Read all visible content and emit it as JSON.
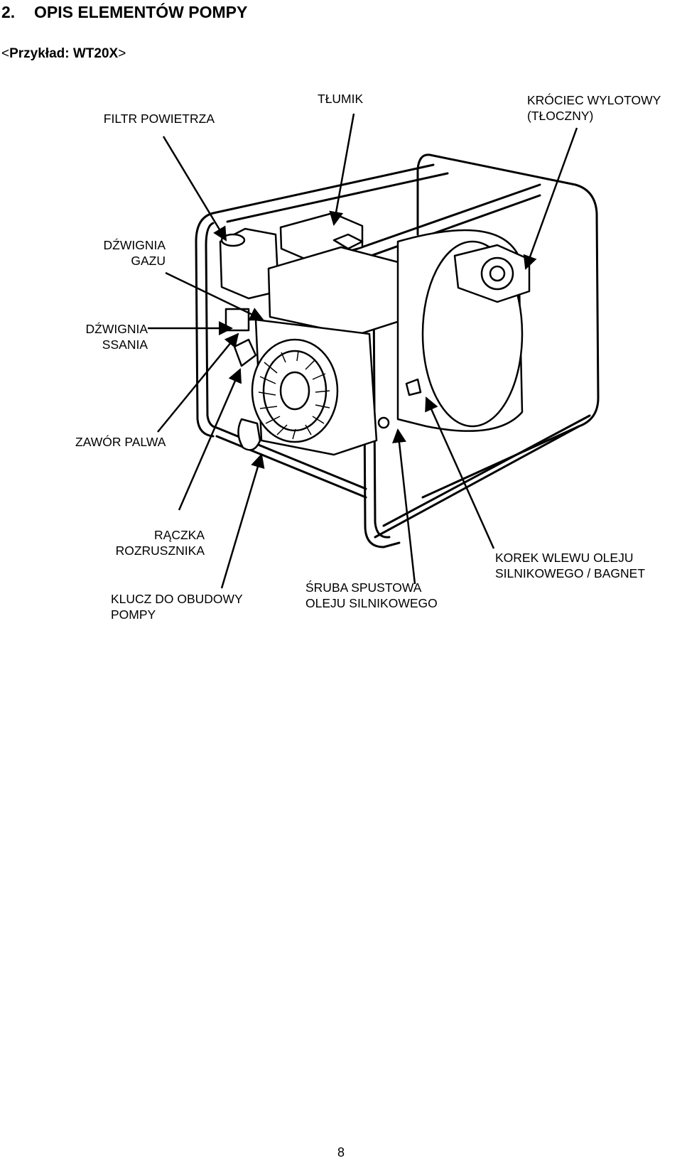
{
  "section": {
    "number": "2.",
    "title": "OPIS ELEMENTÓW POMPY"
  },
  "example": {
    "open": "<",
    "text": "Przykład: WT20X",
    "close": ">"
  },
  "labels": {
    "air_filter": [
      "FILTR POWIETRZA"
    ],
    "muffler": [
      "TŁUMIK"
    ],
    "discharge_port": [
      "KRÓCIEC WYLOTOWY",
      "(TŁOCZNY)"
    ],
    "throttle_lever": [
      "DŹWIGNIA",
      "GAZU"
    ],
    "choke_lever": [
      "DŹWIGNIA",
      "SSANIA"
    ],
    "fuel_valve": [
      "ZAWÓR PALWA"
    ],
    "starter_grip": [
      "RĄCZKA",
      "ROZRUSZNIKA"
    ],
    "pump_cover_wrench": [
      "KLUCZ DO OBUDOWY",
      "POMPY"
    ],
    "oil_drain_bolt": [
      "ŚRUBA SPUSTOWA",
      "OLEJU SILNIKOWEGO"
    ],
    "oil_filler_cap": [
      "KOREK WLEWU OLEJU",
      "SILNIKOWEGO / BAGNET"
    ]
  },
  "page_number": "8"
}
